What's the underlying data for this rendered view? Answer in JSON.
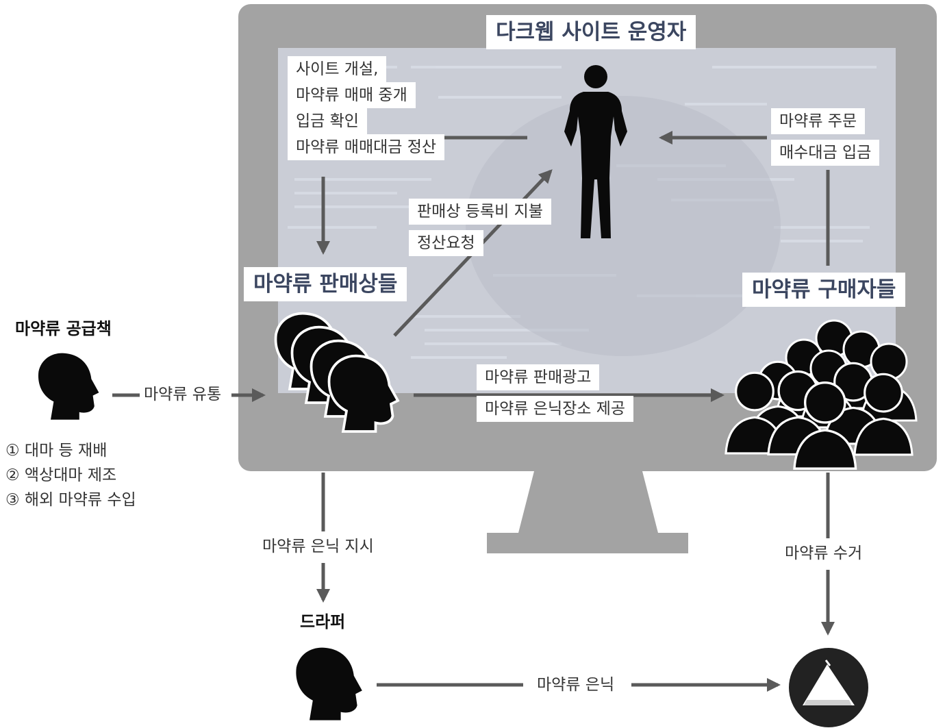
{
  "operator": {
    "title": "다크웹 사이트 운영자",
    "duties": [
      "사이트 개설,",
      "마약류 매매 중개",
      "입금 확인",
      "마약류 매매대금 정산"
    ]
  },
  "sellers": {
    "title": "마약류 판매상들",
    "to_operator": [
      "판매상 등록비 지불",
      "정산요청"
    ],
    "to_buyers": [
      "마약류 판매광고",
      "마약류 은닉장소 제공"
    ]
  },
  "buyers": {
    "title": "마약류 구매자들",
    "to_operator": [
      "마약류 주문",
      "매수대금 입금"
    ],
    "collect": "마약류 수거"
  },
  "supplier": {
    "title": "마약류 공급책",
    "flow": "마약류 유통",
    "methods": [
      "① 대마 등 재배",
      "② 액상대마 제조",
      "③ 해외 마약류 수입"
    ]
  },
  "dropper": {
    "title": "드라퍼",
    "instruction": "마약류 은닉 지시",
    "hide": "마약류 은닉"
  },
  "colors": {
    "monitor": "#a3a3a3",
    "screen": "#cacdd6",
    "arrow": "#5a5a5a",
    "silhouette": "#0a0a0a",
    "title_text": "#3b4660"
  }
}
